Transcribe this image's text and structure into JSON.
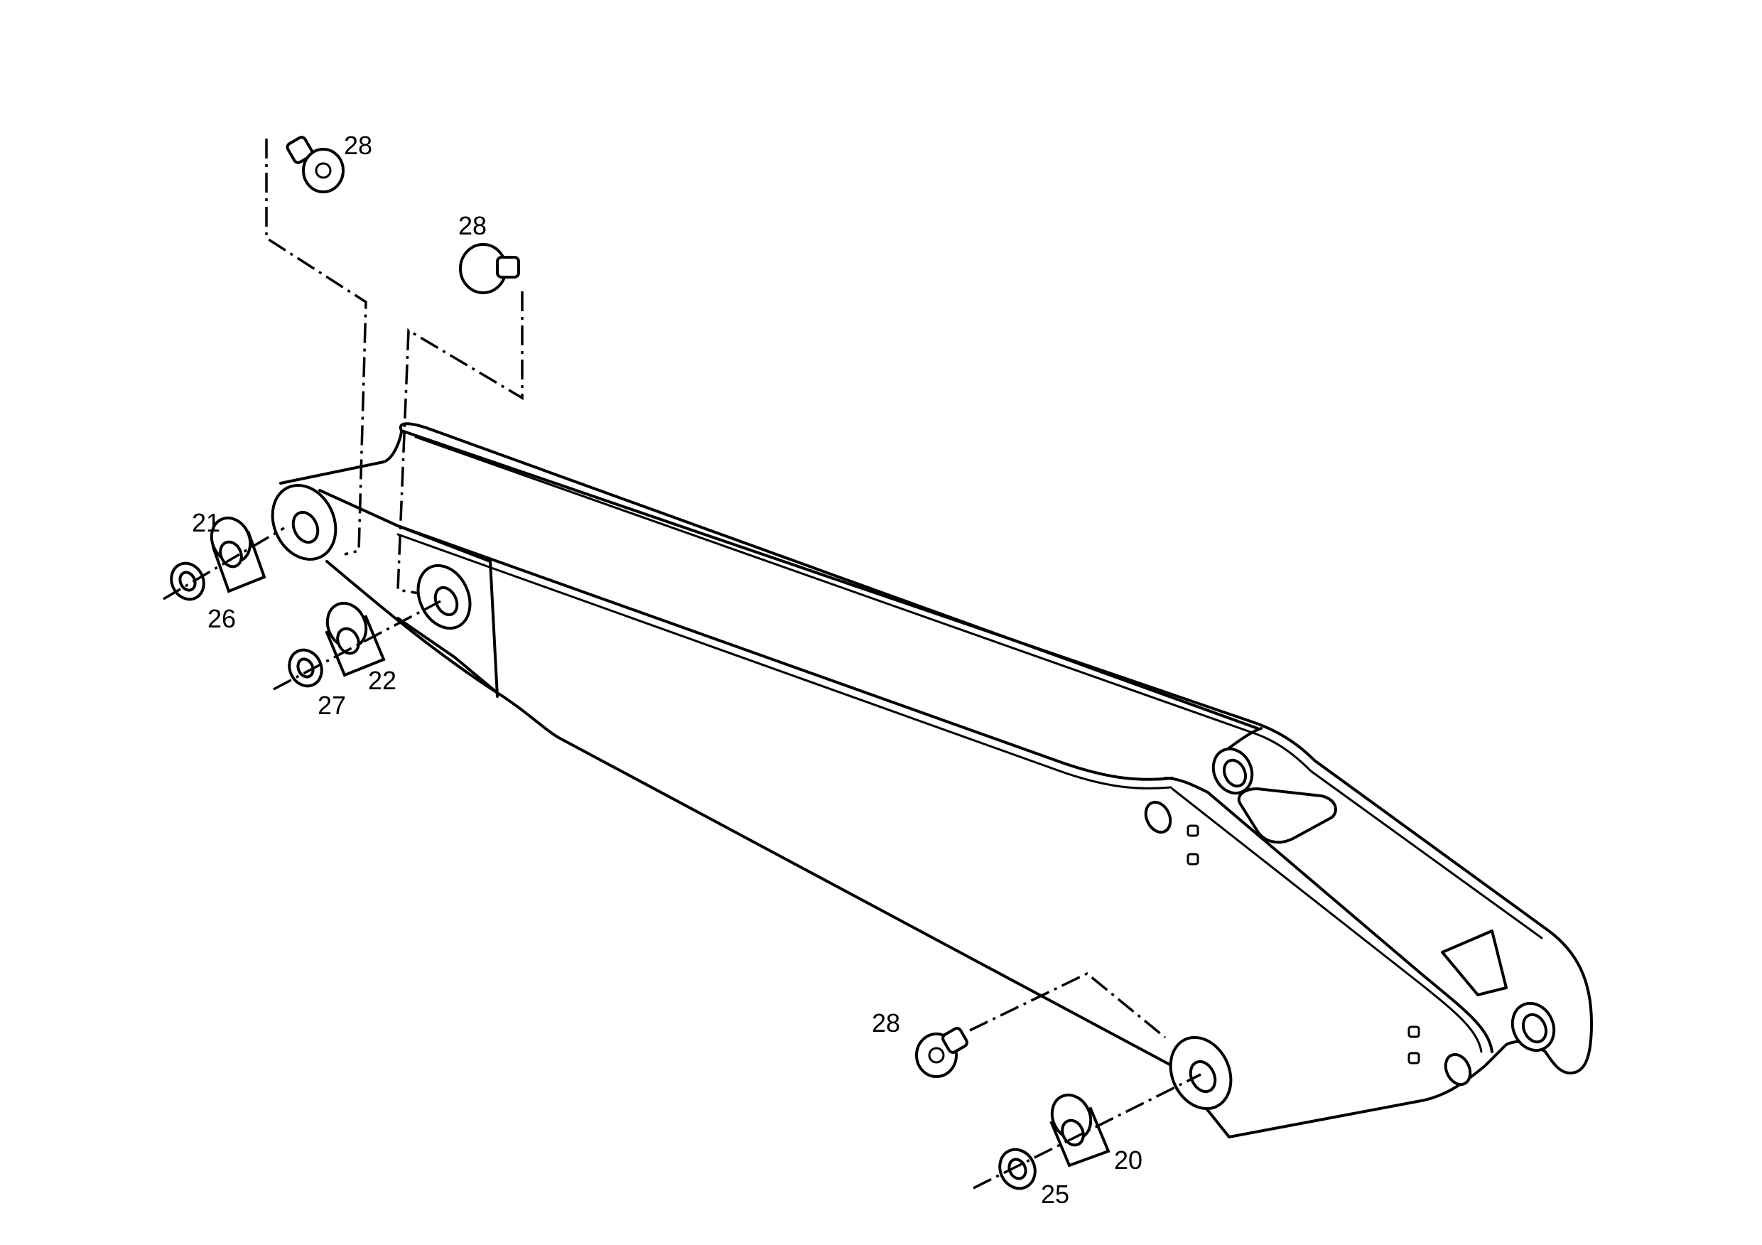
{
  "callouts": {
    "c20": "20",
    "c21": "21",
    "c22": "22",
    "c25": "25",
    "c26": "26",
    "c27": "27",
    "c28a": "28",
    "c28b": "28",
    "c28c": "28"
  }
}
